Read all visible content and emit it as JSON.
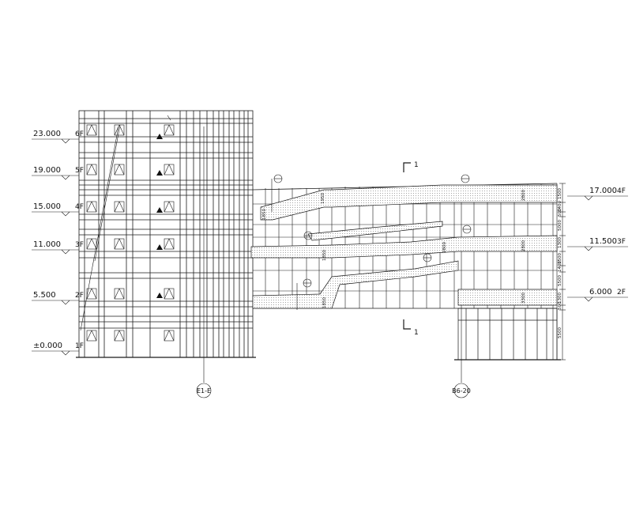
{
  "left_levels": [
    {
      "elev": "23.000",
      "floor": "6F"
    },
    {
      "elev": "19.000",
      "floor": "5F"
    },
    {
      "elev": "15.000",
      "floor": "4F"
    },
    {
      "elev": "11.000",
      "floor": "3F"
    },
    {
      "elev": "5.500",
      "floor": "2F"
    },
    {
      "elev": "±0.000",
      "floor": "1F"
    }
  ],
  "right_levels": [
    {
      "elev": "17.000",
      "floor": "4F"
    },
    {
      "elev": "11.500",
      "floor": "3F"
    },
    {
      "elev": "6.000",
      "floor": "2F"
    }
  ],
  "axis_labels": {
    "left": "E1-E",
    "right": "B6-20"
  },
  "section_marks": {
    "top": "1",
    "bottom": "1"
  },
  "dimensions": {
    "right_chain": [
      "1500",
      "1400",
      "500",
      "5000",
      "1300",
      "1500",
      "1400",
      "5500",
      "1300",
      "500",
      "5500"
    ],
    "bridge_heights": [
      "2800",
      "2800",
      "2800",
      "3300"
    ],
    "ramp_heights": [
      "1950",
      "1850",
      "1850",
      "1850"
    ]
  },
  "colors": {
    "line": "#1a1a1a",
    "hatch": "#8a8a8a",
    "background": "#ffffff"
  }
}
